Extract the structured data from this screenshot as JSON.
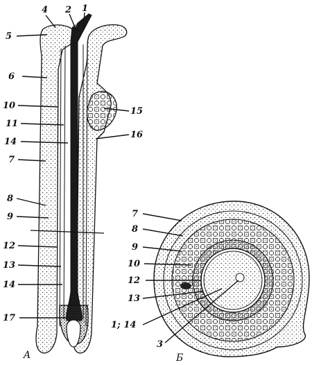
{
  "figure": {
    "panel_a": {
      "panel_label": "A",
      "labels": [
        "4",
        "2",
        "1",
        "5",
        "6",
        "10",
        "11",
        "14",
        "7",
        "8",
        "9",
        "12",
        "13",
        "14",
        "17",
        "15",
        "16"
      ]
    },
    "panel_b": {
      "panel_label": "Б",
      "labels": [
        "7",
        "8",
        "9",
        "10",
        "12",
        "13",
        "1; 14",
        "3"
      ]
    }
  },
  "colors": {
    "ink": "#111111",
    "paper": "#ffffff"
  }
}
